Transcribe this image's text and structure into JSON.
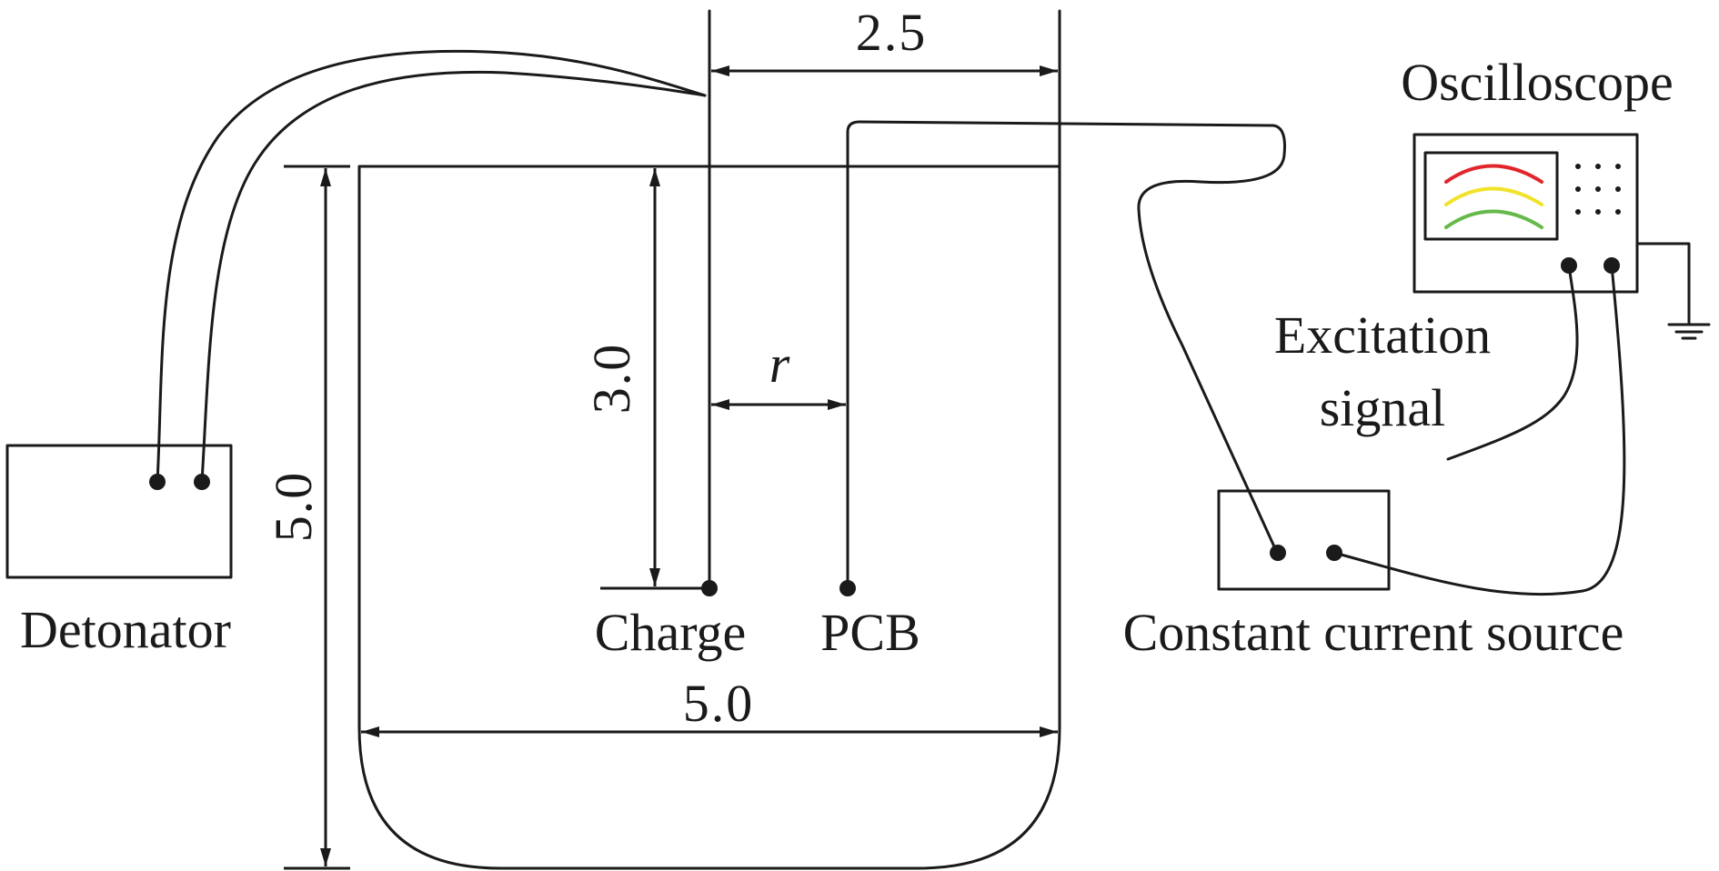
{
  "labels": {
    "detonator": "Detonator",
    "charge": "Charge",
    "pcb": "PCB",
    "constant_current_source": "Constant current source",
    "oscilloscope": "Oscilloscope",
    "excitation_signal_line1": "Excitation",
    "excitation_signal_line2": "signal"
  },
  "dimensions": {
    "top_width": "2.5",
    "charge_depth": "3.0",
    "tank_height": "5.0",
    "tank_width": "5.0",
    "standoff_distance": "r"
  },
  "colors": {
    "line": "#1a1a1a",
    "trace_red": "#e0262b",
    "trace_yellow": "#f2e229",
    "trace_green": "#66b94a"
  },
  "icons": {
    "ground": "ground-symbol-icon"
  }
}
